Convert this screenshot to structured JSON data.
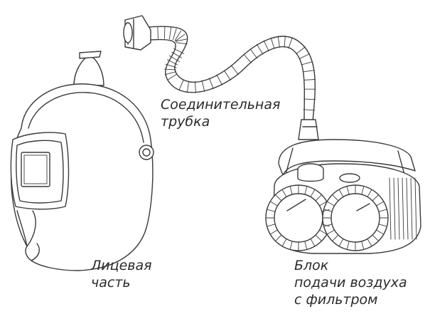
{
  "labels": {
    "tube": [
      "Соединительная",
      "трубка"
    ],
    "face": [
      "Лицевая",
      "часть"
    ],
    "blower": [
      "Блок",
      "подачи воздуха",
      "с фильтром"
    ]
  },
  "colors": {
    "line": "#3a3a3a",
    "text": "#2b2b2b",
    "background": "#ffffff"
  }
}
